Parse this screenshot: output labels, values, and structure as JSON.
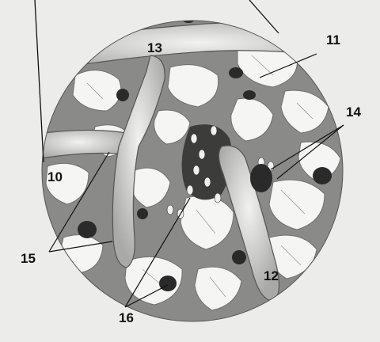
{
  "labels": {
    "l10": "10",
    "l11": "11",
    "l12": "12",
    "l13": "13",
    "l14": "14",
    "l15": "15",
    "l16": "16"
  },
  "colors": {
    "background": "#ececea",
    "tissue_dark": "#7c7c7a",
    "vessel": "#cfcfcd",
    "cell_dark": "#2a2a2a",
    "line": "#111111"
  }
}
